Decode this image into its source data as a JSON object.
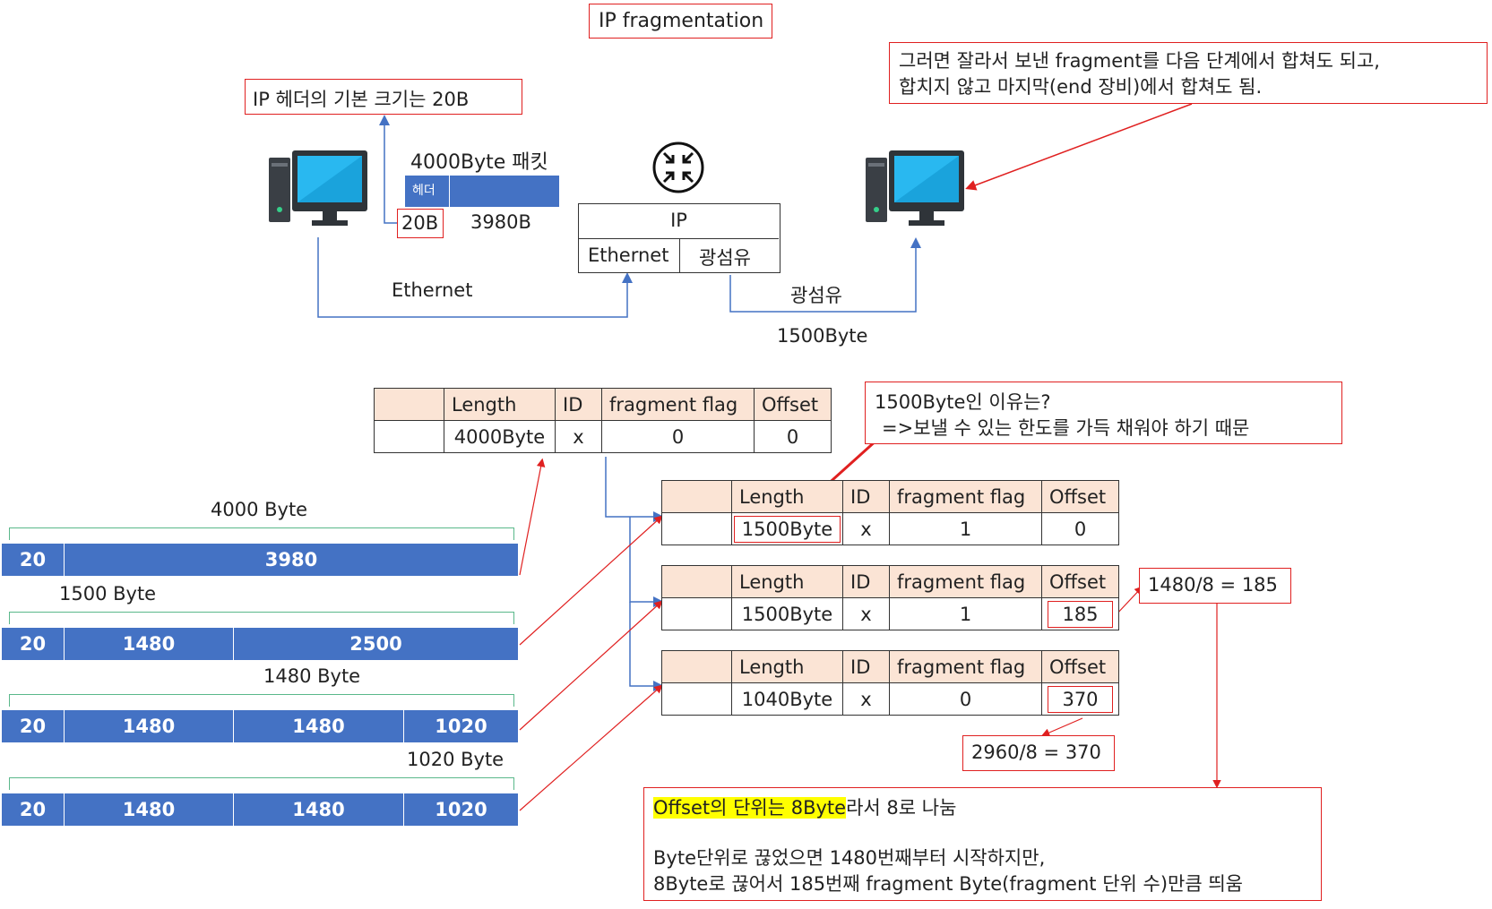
{
  "title": "IP fragmentation",
  "notes": {
    "header_size": "IP 헤더의 기본 크기는 20B",
    "reassembly_line1": "그러면 잘라서 보낸 fragment를 다음 단계에서 합쳐도 되고,",
    "reassembly_line2": "합치지 않고 마지막(end 장비)에서 합쳐도 됨.",
    "why_1500_line1": "1500Byte인 이유는?",
    "why_1500_line2": "=>보낼 수 있는 한도를 가득 채워야 하기 때문",
    "calc_185": "1480/8 = 185",
    "calc_370": "2960/8 = 370",
    "offset_unit_highlight": "Offset의 단위는 8Byte",
    "offset_unit_rest": "라서 8로 나눔",
    "offset_line2": "Byte단위로 끊었으면 1480번째부터 시작하지만,",
    "offset_line3": "8Byte로 끊어서 185번째 fragment Byte(fragment 단위 수)만큼 띄움"
  },
  "packet": {
    "label": "4000Byte 패킷",
    "header_label": "헤더",
    "header_size": "20B",
    "payload_size": "3980B"
  },
  "router": {
    "layer3": "IP",
    "port_left": "Ethernet",
    "port_right": "광섬유"
  },
  "links": {
    "left": "Ethernet",
    "right": "광섬유",
    "right_mtu": "1500Byte"
  },
  "table_headers": [
    "Length",
    "ID",
    "fragment flag",
    "Offset"
  ],
  "original": {
    "length": "4000Byte",
    "id": "x",
    "flag": "0",
    "offset": "0"
  },
  "fragments": [
    {
      "length": "1500Byte",
      "id": "x",
      "flag": "1",
      "offset": "0"
    },
    {
      "length": "1500Byte",
      "id": "x",
      "flag": "1",
      "offset": "185"
    },
    {
      "length": "1040Byte",
      "id": "x",
      "flag": "0",
      "offset": "370"
    }
  ],
  "bars": [
    {
      "label": "4000 Byte",
      "segments": [
        "20",
        "3980"
      ]
    },
    {
      "label": "1500 Byte",
      "segments": [
        "20",
        "1480",
        "2500"
      ]
    },
    {
      "label": "1480 Byte",
      "segments": [
        "20",
        "1480",
        "1480",
        "1020"
      ]
    },
    {
      "label": "1020 Byte",
      "segments": [
        "20",
        "1480",
        "1480",
        "1020"
      ]
    }
  ],
  "colors": {
    "accent_red": "#e02020",
    "bar_blue": "#4472c4",
    "header_fill": "#fbe4d5",
    "highlight": "#ffff00",
    "line_blue": "#4472c4"
  },
  "icons": [
    "computer-icon",
    "router-icon"
  ]
}
